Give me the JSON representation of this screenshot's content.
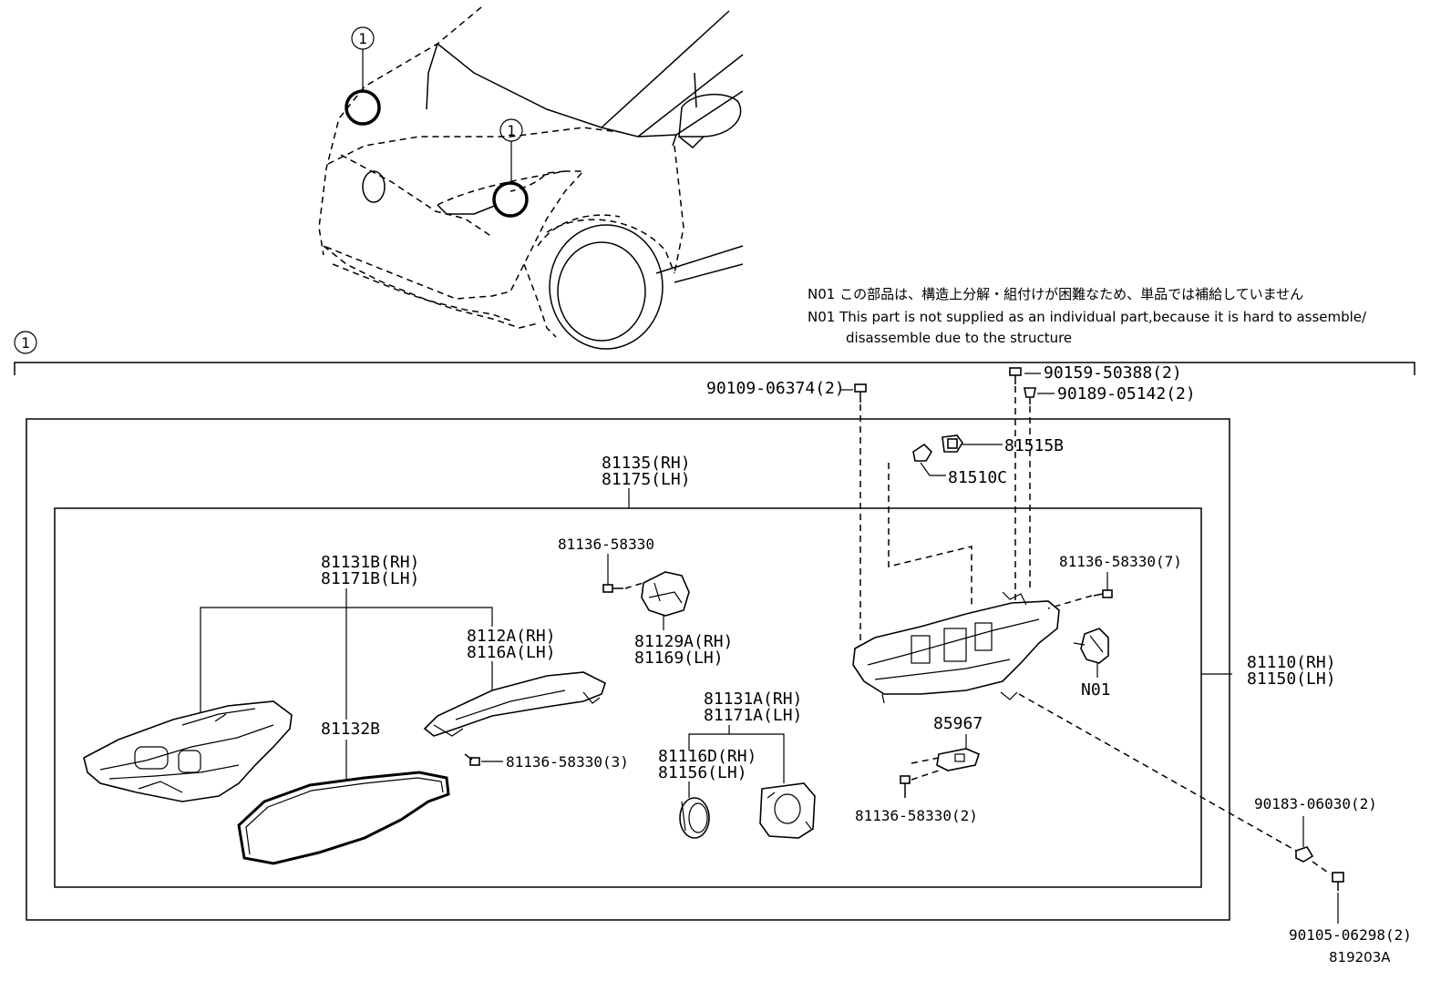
{
  "diagram_code": "819203A",
  "callout_number": "1",
  "notes": {
    "jp": "N01 この部品は、構造上分解・組付けが困難なため、単品では補給していません",
    "en_line1": "N01 This part is not supplied as an individual part,because it is hard to assemble/",
    "en_line2": "disassemble due to the structure"
  },
  "parts": {
    "p_90109": "90109-06374(2)",
    "p_90159": "90159-50388(2)",
    "p_90189": "90189-05142(2)",
    "p_81515B": "81515B",
    "p_81510C": "81510C",
    "p_81135": "81135(RH)",
    "p_81175": "81175(LH)",
    "p_81136_a": "81136-58330",
    "p_81136_7": "81136-58330(7)",
    "p_81131B": "81131B(RH)",
    "p_81171B": "81171B(LH)",
    "p_8112A": "8112A(RH)",
    "p_8116A": "8116A(LH)",
    "p_81129A": "81129A(RH)",
    "p_81169": "81169(LH)",
    "p_N01": "N01",
    "p_81110": "81110(RH)",
    "p_81150": "81150(LH)",
    "p_81132B": "81132B",
    "p_81136_3": "81136-58330(3)",
    "p_81131A": "81131A(RH)",
    "p_81171A": "81171A(LH)",
    "p_85967": "85967",
    "p_81116D": "81116D(RH)",
    "p_81156": "81156(LH)",
    "p_81136_2": "81136-58330(2)",
    "p_90183": "90183-06030(2)",
    "p_90105": "90105-06298(2)"
  }
}
